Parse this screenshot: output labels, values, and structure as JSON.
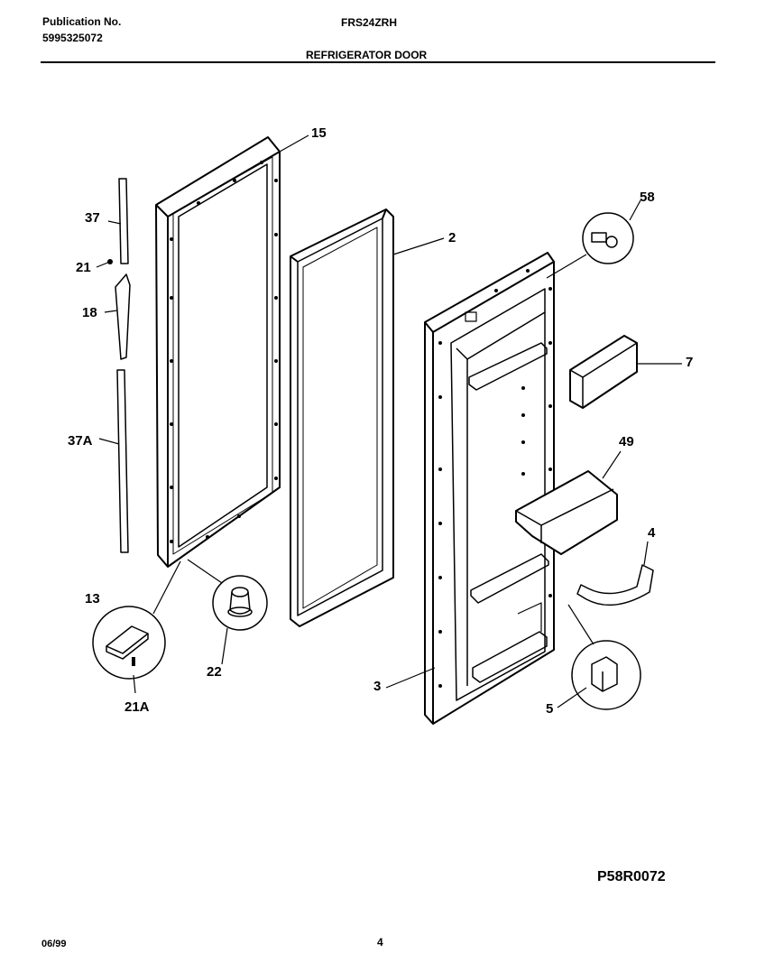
{
  "header": {
    "publication_label": "Publication No.",
    "publication_number": "5995325072",
    "model": "FRS24ZRH",
    "section_title": "REFRIGERATOR DOOR"
  },
  "callouts": {
    "c15": "15",
    "c37": "37",
    "c21": "21",
    "c18": "18",
    "c37a": "37A",
    "c2": "2",
    "c58": "58",
    "c7": "7",
    "c49": "49",
    "c4": "4",
    "c13": "13",
    "c22": "22",
    "c21a": "21A",
    "c3": "3",
    "c5": "5"
  },
  "footer": {
    "diagram_code": "P58R0072",
    "date": "06/99",
    "page": "4"
  }
}
